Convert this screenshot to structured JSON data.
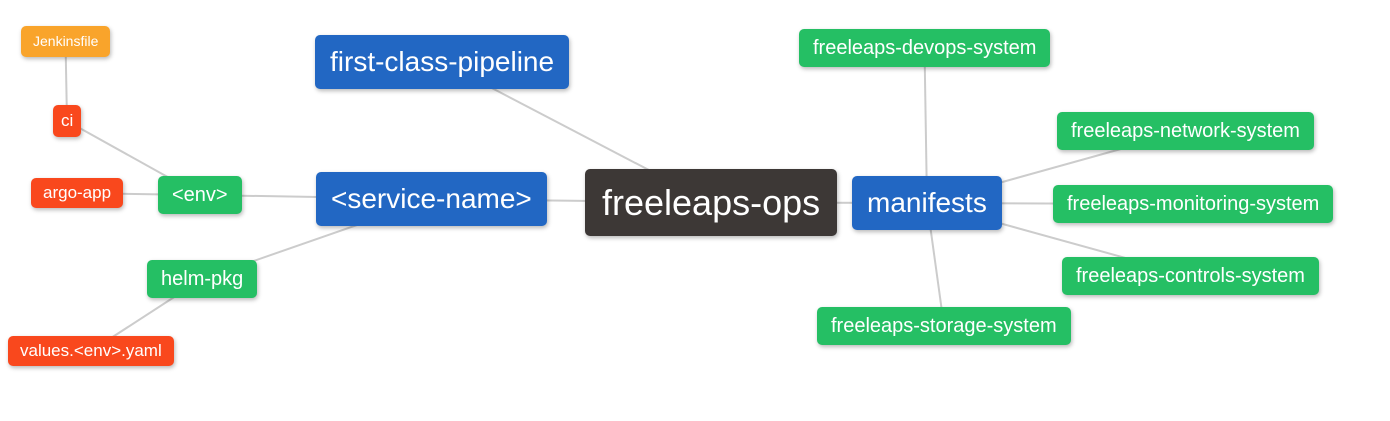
{
  "palette": {
    "orange": "#F9A42B",
    "red": "#F9481D",
    "green": "#25BF64",
    "blue": "#2267C3",
    "dark": "#3D3836",
    "edge": "#CCCCCC",
    "background": "#FFFFFF",
    "text": "#FFFFFF"
  },
  "mindmap": {
    "nodes": [
      {
        "id": "jenkinsfile",
        "label": "Jenkinsfile",
        "color": "orange"
      },
      {
        "id": "ci",
        "label": "ci",
        "color": "red"
      },
      {
        "id": "argo-app",
        "label": "argo-app",
        "color": "red"
      },
      {
        "id": "env",
        "label": "<env>",
        "color": "green"
      },
      {
        "id": "helm-pkg",
        "label": "helm-pkg",
        "color": "green"
      },
      {
        "id": "values-env-yaml",
        "label": "values.<env>.yaml",
        "color": "red"
      },
      {
        "id": "first-class-pipeline",
        "label": "first-class-pipeline",
        "color": "blue"
      },
      {
        "id": "service-name",
        "label": "<service-name>",
        "color": "blue"
      },
      {
        "id": "freeleaps-ops",
        "label": "freeleaps-ops",
        "color": "dark"
      },
      {
        "id": "manifests",
        "label": "manifests",
        "color": "blue"
      },
      {
        "id": "freeleaps-devops-system",
        "label": "freeleaps-devops-system",
        "color": "green"
      },
      {
        "id": "freeleaps-network-system",
        "label": "freeleaps-network-system",
        "color": "green"
      },
      {
        "id": "freeleaps-monitoring-system",
        "label": "freeleaps-monitoring-system",
        "color": "green"
      },
      {
        "id": "freeleaps-controls-system",
        "label": "freeleaps-controls-system",
        "color": "green"
      },
      {
        "id": "freeleaps-storage-system",
        "label": "freeleaps-storage-system",
        "color": "green"
      }
    ],
    "edges": [
      [
        "jenkinsfile",
        "ci"
      ],
      [
        "ci",
        "env"
      ],
      [
        "argo-app",
        "env"
      ],
      [
        "env",
        "service-name"
      ],
      [
        "helm-pkg",
        "service-name"
      ],
      [
        "values-env-yaml",
        "helm-pkg"
      ],
      [
        "first-class-pipeline",
        "freeleaps-ops"
      ],
      [
        "service-name",
        "freeleaps-ops"
      ],
      [
        "freeleaps-ops",
        "manifests"
      ],
      [
        "manifests",
        "freeleaps-devops-system"
      ],
      [
        "manifests",
        "freeleaps-network-system"
      ],
      [
        "manifests",
        "freeleaps-monitoring-system"
      ],
      [
        "manifests",
        "freeleaps-controls-system"
      ],
      [
        "manifests",
        "freeleaps-storage-system"
      ]
    ]
  }
}
